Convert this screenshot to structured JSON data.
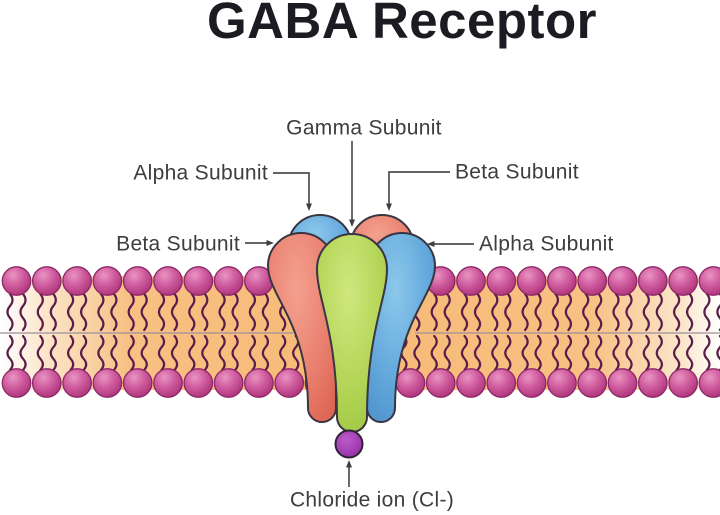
{
  "title": "GABA Receptor",
  "labels": {
    "gamma": {
      "text": "Gamma Subunit"
    },
    "alpha_left": {
      "text": "Alpha Subunit"
    },
    "beta_left": {
      "text": "Beta Subunit"
    },
    "beta_right": {
      "text": "Beta Subunit"
    },
    "alpha_right": {
      "text": "Alpha Subunit"
    },
    "chloride": {
      "text": "Chloride ion (Cl-)"
    }
  },
  "colors": {
    "alpha_subunit": "#5ba3d8",
    "beta_subunit": "#e8796a",
    "gamma_subunit": "#b5d75a",
    "lipid_head": "#c2458d",
    "lipid_tail": "#5a1d4a",
    "membrane_interior": "#f8c083",
    "membrane_mid_line": "#9c8fa0",
    "chloride_ion": "#a23bb0",
    "outline": "#3a3542",
    "connector": "#4f4f4f",
    "title_text": "#1b1b22",
    "label_text": "#3d3d3d"
  },
  "diagram": {
    "receptor_name": "GABA Receptor",
    "subunits": [
      {
        "name": "Alpha Subunit",
        "position": "back-left",
        "color_key": "alpha_subunit"
      },
      {
        "name": "Beta Subunit",
        "position": "back-right",
        "color_key": "beta_subunit"
      },
      {
        "name": "Beta Subunit",
        "position": "front-left",
        "color_key": "beta_subunit"
      },
      {
        "name": "Gamma Subunit",
        "position": "front-center",
        "color_key": "gamma_subunit"
      },
      {
        "name": "Alpha Subunit",
        "position": "front-right",
        "color_key": "alpha_subunit"
      }
    ],
    "ion": {
      "name": "Chloride ion (Cl-)",
      "location": "below channel pore"
    },
    "membrane": {
      "type": "phospholipid bilayer",
      "rows": 2,
      "lipids_per_row": 24
    }
  }
}
